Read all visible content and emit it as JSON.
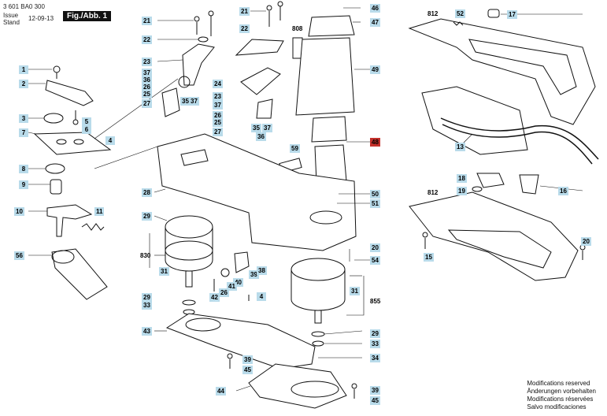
{
  "header": {
    "doc_number": "3 601 BA0 300",
    "issue_label": "Issue",
    "stand_label": "Stand",
    "issue_date": "12-09-13",
    "figure_label": "Fig./Abb. 1"
  },
  "callouts": [
    {
      "id": "c1",
      "label": "1",
      "style": "b"
    },
    {
      "id": "c2",
      "label": "2",
      "style": "b"
    },
    {
      "id": "c3",
      "label": "3",
      "style": "b"
    },
    {
      "id": "c5",
      "label": "5",
      "style": "b"
    },
    {
      "id": "c6",
      "label": "6",
      "style": "b"
    },
    {
      "id": "c7",
      "label": "7",
      "style": "b"
    },
    {
      "id": "c4a",
      "label": "4",
      "style": "b"
    },
    {
      "id": "c8",
      "label": "8",
      "style": "b"
    },
    {
      "id": "c9",
      "label": "9",
      "style": "b"
    },
    {
      "id": "c10",
      "label": "10",
      "style": "b"
    },
    {
      "id": "c11",
      "label": "11",
      "style": "b"
    },
    {
      "id": "c56",
      "label": "56",
      "style": "b"
    },
    {
      "id": "c21a",
      "label": "21",
      "style": "b"
    },
    {
      "id": "c22a",
      "label": "22",
      "style": "b"
    },
    {
      "id": "c23a",
      "label": "23",
      "style": "b"
    },
    {
      "id": "c37a",
      "label": "37",
      "style": "b"
    },
    {
      "id": "c36a",
      "label": "36",
      "style": "b"
    },
    {
      "id": "c26a",
      "label": "26",
      "style": "b"
    },
    {
      "id": "c25a",
      "label": "25",
      "style": "b"
    },
    {
      "id": "c27a",
      "label": "27",
      "style": "b"
    },
    {
      "id": "c35a",
      "label": "35",
      "style": "b"
    },
    {
      "id": "c37b",
      "label": "37",
      "style": "b"
    },
    {
      "id": "c21b",
      "label": "21",
      "style": "b"
    },
    {
      "id": "c22b",
      "label": "22",
      "style": "b"
    },
    {
      "id": "c808",
      "label": "808",
      "style": "p"
    },
    {
      "id": "c24",
      "label": "24",
      "style": "b"
    },
    {
      "id": "c23b",
      "label": "23",
      "style": "b"
    },
    {
      "id": "c37c",
      "label": "37",
      "style": "b"
    },
    {
      "id": "c26b",
      "label": "26",
      "style": "b"
    },
    {
      "id": "c25b",
      "label": "25",
      "style": "b"
    },
    {
      "id": "c27b",
      "label": "27",
      "style": "b"
    },
    {
      "id": "c35b",
      "label": "35",
      "style": "b"
    },
    {
      "id": "c37d",
      "label": "37",
      "style": "b"
    },
    {
      "id": "c36b",
      "label": "36",
      "style": "b"
    },
    {
      "id": "c46",
      "label": "46",
      "style": "b"
    },
    {
      "id": "c47",
      "label": "47",
      "style": "b"
    },
    {
      "id": "c49",
      "label": "49",
      "style": "b"
    },
    {
      "id": "c48",
      "label": "48",
      "style": "r"
    },
    {
      "id": "c59",
      "label": "59",
      "style": "b"
    },
    {
      "id": "c28",
      "label": "28",
      "style": "b"
    },
    {
      "id": "c50",
      "label": "50",
      "style": "b"
    },
    {
      "id": "c51",
      "label": "51",
      "style": "b"
    },
    {
      "id": "c29a",
      "label": "29",
      "style": "b"
    },
    {
      "id": "c830",
      "label": "830",
      "style": "p"
    },
    {
      "id": "c31a",
      "label": "31",
      "style": "b"
    },
    {
      "id": "c20a",
      "label": "20",
      "style": "b"
    },
    {
      "id": "c54",
      "label": "54",
      "style": "b"
    },
    {
      "id": "c39a",
      "label": "39",
      "style": "b"
    },
    {
      "id": "c38",
      "label": "38",
      "style": "b"
    },
    {
      "id": "c40",
      "label": "40",
      "style": "b"
    },
    {
      "id": "c41",
      "label": "41",
      "style": "b"
    },
    {
      "id": "c26c",
      "label": "26",
      "style": "b"
    },
    {
      "id": "c42",
      "label": "42",
      "style": "b"
    },
    {
      "id": "c4b",
      "label": "4",
      "style": "b"
    },
    {
      "id": "c31b",
      "label": "31",
      "style": "b"
    },
    {
      "id": "c855",
      "label": "855",
      "style": "p"
    },
    {
      "id": "c29b",
      "label": "29",
      "style": "b"
    },
    {
      "id": "c33a",
      "label": "33",
      "style": "b"
    },
    {
      "id": "c43",
      "label": "43",
      "style": "b"
    },
    {
      "id": "c29c",
      "label": "29",
      "style": "b"
    },
    {
      "id": "c33b",
      "label": "33",
      "style": "b"
    },
    {
      "id": "c34",
      "label": "34",
      "style": "b"
    },
    {
      "id": "c39b",
      "label": "39",
      "style": "b"
    },
    {
      "id": "c45a",
      "label": "45",
      "style": "b"
    },
    {
      "id": "c44",
      "label": "44",
      "style": "b"
    },
    {
      "id": "c39c",
      "label": "39",
      "style": "b"
    },
    {
      "id": "c45b",
      "label": "45",
      "style": "b"
    },
    {
      "id": "c812a",
      "label": "812",
      "style": "p"
    },
    {
      "id": "c52",
      "label": "52",
      "style": "b"
    },
    {
      "id": "c17",
      "label": "17",
      "style": "b"
    },
    {
      "id": "c13",
      "label": "13",
      "style": "b"
    },
    {
      "id": "c18",
      "label": "18",
      "style": "b"
    },
    {
      "id": "c19",
      "label": "19",
      "style": "b"
    },
    {
      "id": "c16",
      "label": "16",
      "style": "b"
    },
    {
      "id": "c812b",
      "label": "812",
      "style": "p"
    },
    {
      "id": "c20b",
      "label": "20",
      "style": "b"
    },
    {
      "id": "c15",
      "label": "15",
      "style": "b"
    }
  ],
  "notes": [
    "Modifications reserved",
    "Änderungen vorbehalten",
    "Modifications réservées",
    "Salvo modificaciones"
  ]
}
